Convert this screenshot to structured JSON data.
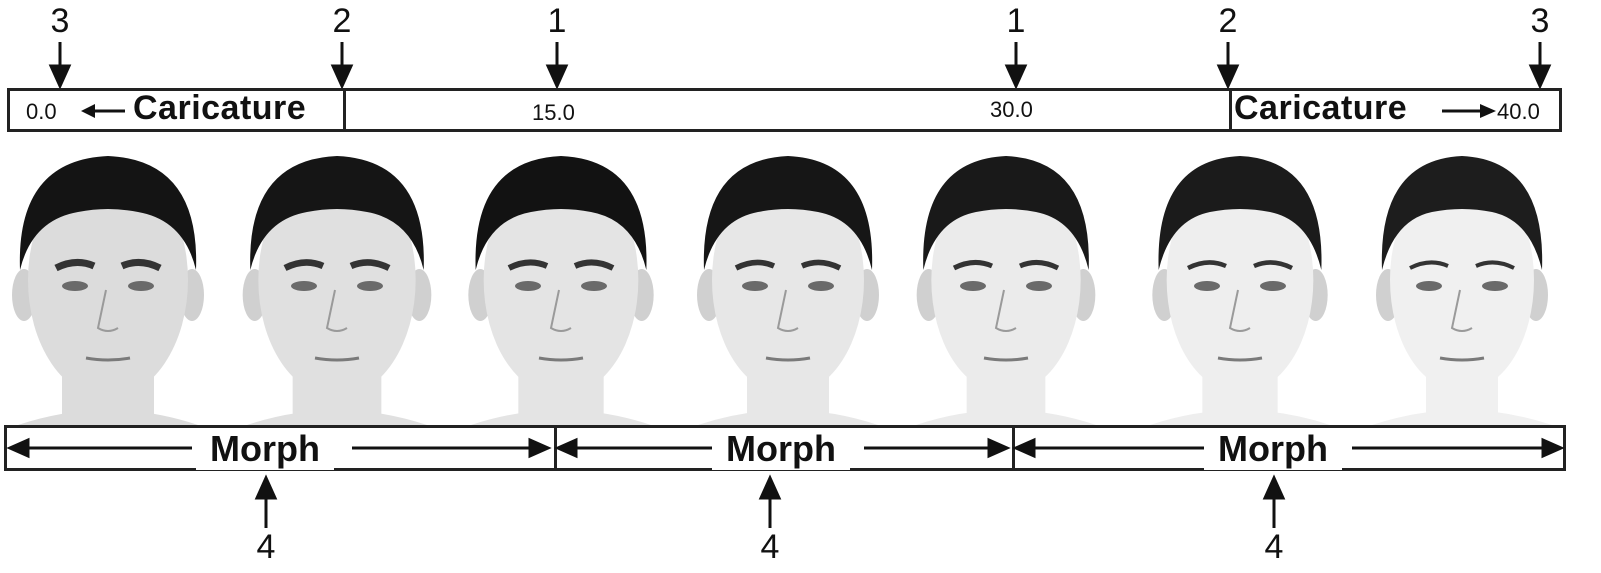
{
  "markers_top": {
    "m1": "3",
    "m2": "2",
    "m3": "1",
    "m4": "1",
    "m5": "2",
    "m6": "3"
  },
  "scale": {
    "v0": "0.0",
    "v15": "15.0",
    "v30": "30.0",
    "v40": "40.0",
    "caricature_left": "Caricature",
    "caricature_right": "Caricature"
  },
  "morph_bar": {
    "label1": "Morph",
    "label2": "Morph",
    "label3": "Morph"
  },
  "markers_bottom": {
    "b1": "4",
    "b2": "4",
    "b3": "4"
  },
  "faces": [
    {
      "hair": "#141414",
      "skin": "#dcdcdc"
    },
    {
      "hair": "#151515",
      "skin": "#e0e0e0"
    },
    {
      "hair": "#121212",
      "skin": "#e4e4e4"
    },
    {
      "hair": "#161616",
      "skin": "#e7e7e7"
    },
    {
      "hair": "#191919",
      "skin": "#ebebeb"
    },
    {
      "hair": "#1b1b1b",
      "skin": "#eeeeee"
    },
    {
      "hair": "#1d1d1d",
      "skin": "#f0f0f0"
    }
  ]
}
